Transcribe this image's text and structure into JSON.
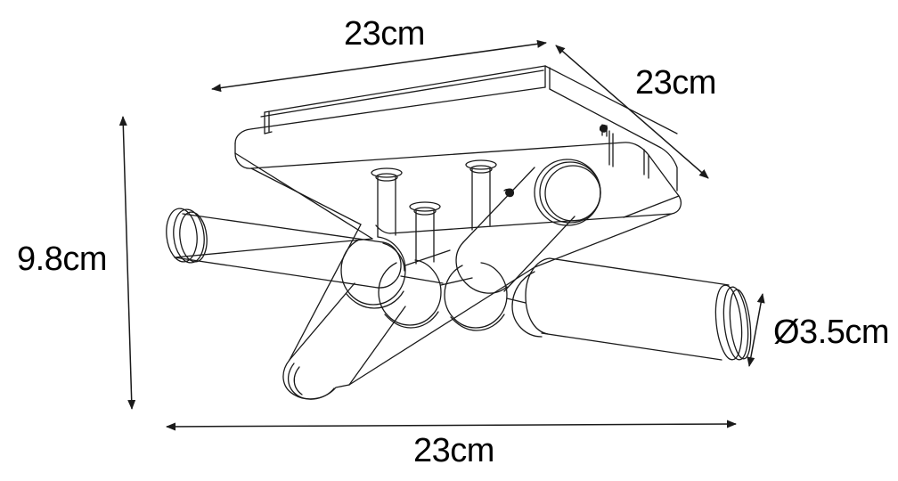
{
  "drawing": {
    "title": "Ceiling spotlight technical dimension drawing",
    "product": "4-light square ceiling spotlight",
    "background_color": "#ffffff",
    "line_color": "#1a1a1a",
    "units": "cm"
  },
  "dimensions": {
    "width_top": {
      "value": "23cm",
      "name": "plate-width",
      "orientation": "horizontal-top"
    },
    "depth_right": {
      "value": "23cm",
      "name": "plate-depth",
      "orientation": "diagonal-right"
    },
    "height_left": {
      "value": "9.8cm",
      "name": "fixture-height",
      "orientation": "vertical-left"
    },
    "diameter": {
      "value": "Ø3.5cm",
      "name": "spot-diameter",
      "orientation": "vertical-short-right"
    },
    "width_bottom": {
      "value": "23cm",
      "name": "overall-span",
      "orientation": "horizontal-bottom"
    }
  },
  "parts": {
    "ceiling_plate": "square-ceiling-plate",
    "spot_heads": [
      "spot-head-left",
      "spot-head-lower-left",
      "spot-head-upper-right",
      "spot-head-lower-right"
    ],
    "stems": [
      "stem-1",
      "stem-2",
      "stem-3",
      "stem-4"
    ],
    "ball_joints": [
      "ball-joint-1",
      "ball-joint-2",
      "ball-joint-3",
      "ball-joint-4"
    ]
  }
}
